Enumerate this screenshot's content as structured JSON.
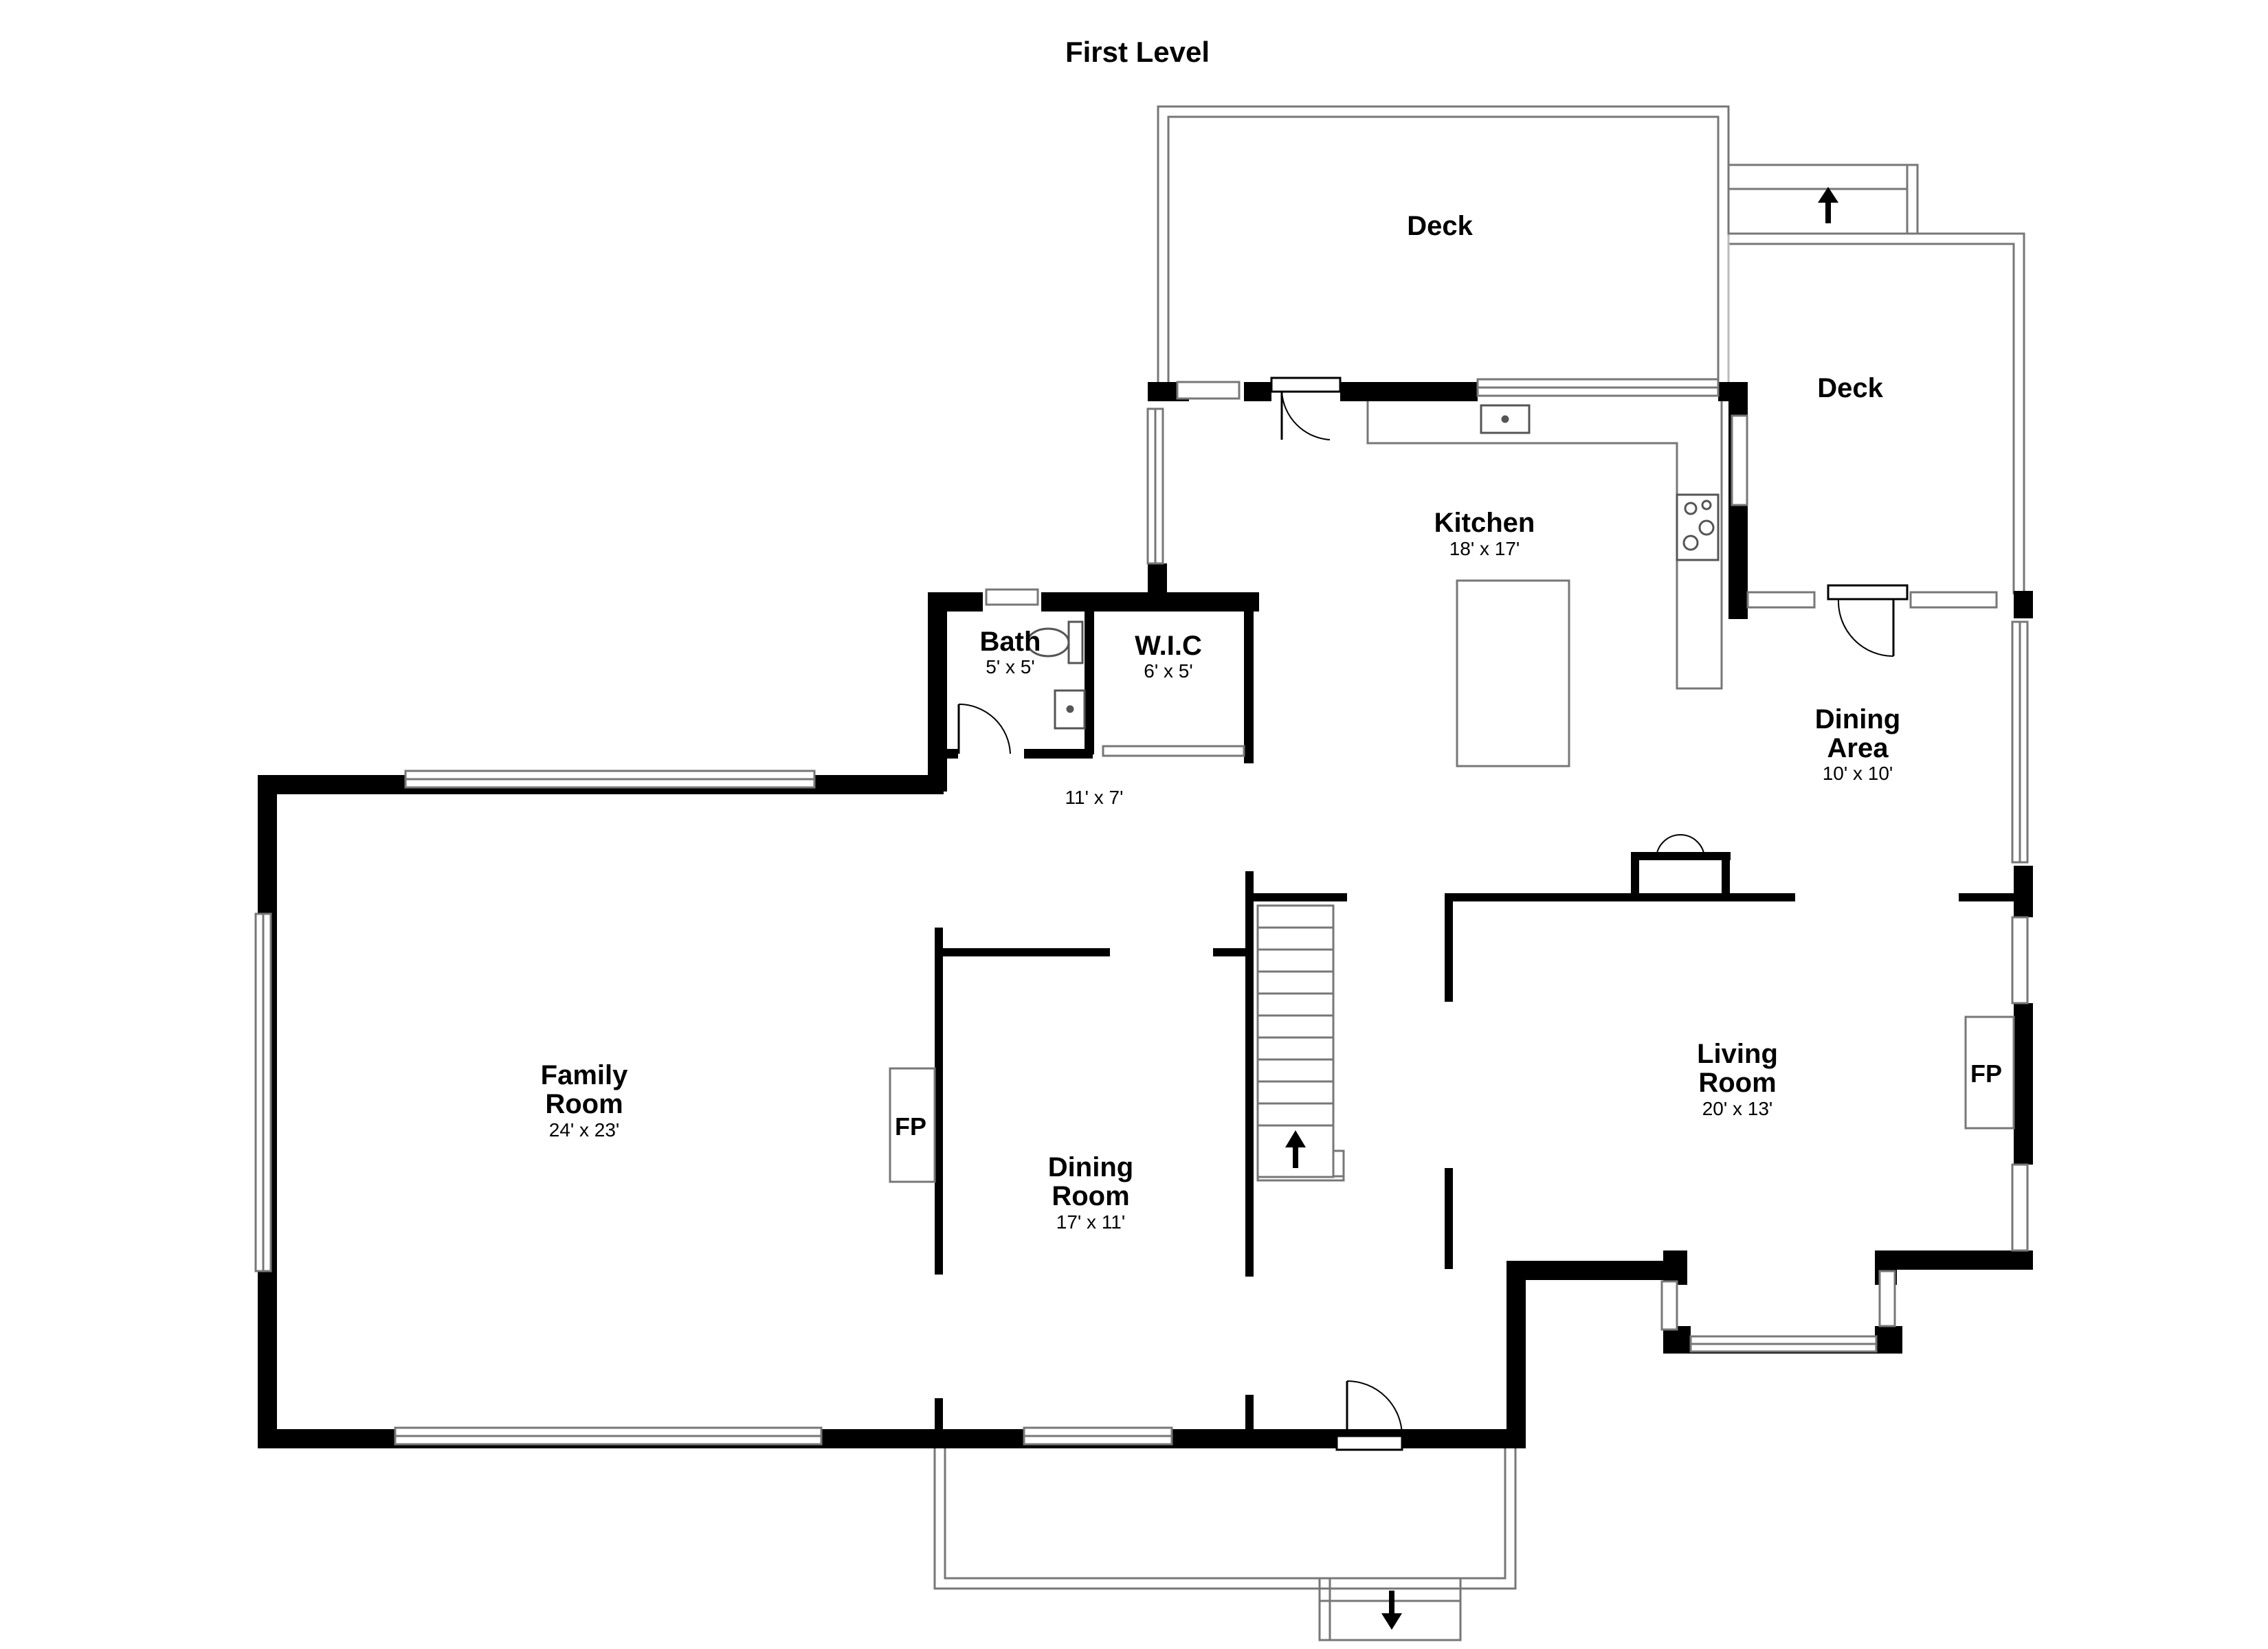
{
  "title": "First Level",
  "colors": {
    "wall": "#000000",
    "background": "#ffffff",
    "outline": "#777777"
  },
  "rooms": {
    "deck_upper": {
      "name": "Deck"
    },
    "deck_right": {
      "name": "Deck"
    },
    "kitchen": {
      "name": "Kitchen",
      "dims": "18' x 17'"
    },
    "bath": {
      "name": "Bath",
      "dims": "5' x 5'"
    },
    "wic": {
      "name": "W.I.C",
      "dims": "6' x 5'"
    },
    "hall": {
      "dims": "11' x 7'"
    },
    "dining_area": {
      "name_line1": "Dining",
      "name_line2": "Area",
      "dims": "10' x 10'"
    },
    "family_room": {
      "name_line1": "Family",
      "name_line2": "Room",
      "dims": "24' x 23'"
    },
    "dining_room": {
      "name_line1": "Dining",
      "name_line2": "Room",
      "dims": "17' x 11'"
    },
    "living_room": {
      "name_line1": "Living",
      "name_line2": "Room",
      "dims": "20' x 13'"
    }
  },
  "fireplaces": {
    "left": "FP",
    "right": "FP"
  },
  "icons": [
    "stairs-up-arrow-icon",
    "door-swing-icon",
    "sink-icon",
    "stove-icon",
    "toilet-icon"
  ]
}
